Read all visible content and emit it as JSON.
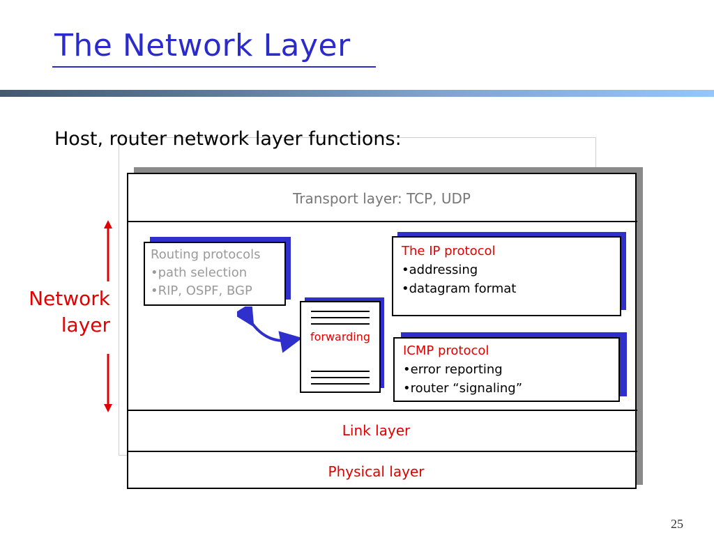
{
  "slide": {
    "title": "The Network Layer",
    "subtitle": "Host, router network layer functions:",
    "page_number": "25"
  },
  "diagram": {
    "layers": {
      "transport": "Transport layer: TCP, UDP",
      "link": "Link layer",
      "physical": "Physical layer"
    },
    "network_label": [
      "Network",
      "layer"
    ],
    "routing_box": {
      "title": "Routing protocols",
      "items": [
        "•path selection",
        "•RIP, OSPF, BGP"
      ]
    },
    "forwarding_table": {
      "label": "forwarding"
    },
    "ip_box": {
      "title": "The IP protocol",
      "items": [
        "•addressing",
        "•datagram format"
      ]
    },
    "icmp_box": {
      "title": "ICMP protocol",
      "items": [
        "•error reporting",
        "•router “signaling”"
      ]
    },
    "colors": {
      "title_blue": "#2b2bcc",
      "accent_red": "#e00000",
      "shadow_blue": "#2f2fcc",
      "muted_gray": "#9a9a9a"
    }
  }
}
